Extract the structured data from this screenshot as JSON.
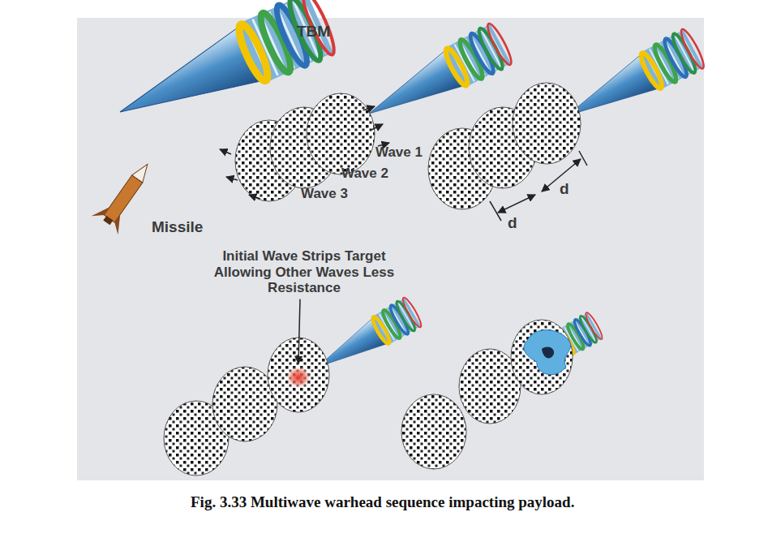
{
  "diagram": {
    "caption": "Fig. 3.33   Multiwave warhead sequence impacting payload.",
    "labels": [
      "TBM",
      "Wave 1",
      "Wave 2",
      "Wave 3",
      "Missile",
      "d",
      "d",
      "Initial Wave Strips Target Allowing Other Waves Less Resistance"
    ]
  }
}
